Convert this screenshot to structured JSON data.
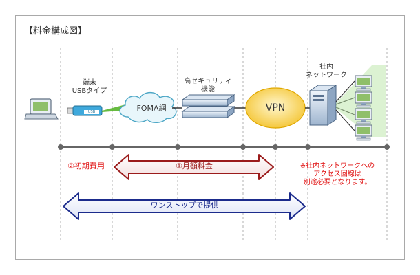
{
  "title": "【料金構成図】",
  "labels": {
    "terminal": [
      "端末",
      "USBタイプ"
    ],
    "usb": "USB",
    "foma": "FOMA網",
    "security": [
      "高セキュリティ",
      "機能"
    ],
    "vpn": "VPN",
    "intranet": [
      "社内",
      "ネットワーク"
    ]
  },
  "costs": {
    "initial": "②初期費用",
    "monthly": "①月額料金",
    "provided": "ワンストップで提供"
  },
  "note": [
    "※社内ネットワークへの",
    "アクセス回線は",
    "別途必要となります。"
  ],
  "colors": {
    "monthly_arrow": "#9b1b1b",
    "provided_arrow": "#1b2b8c",
    "note": "#e01010",
    "vpn_fill": "#ffe79a",
    "cloud_fill": "#e8f6fb"
  }
}
